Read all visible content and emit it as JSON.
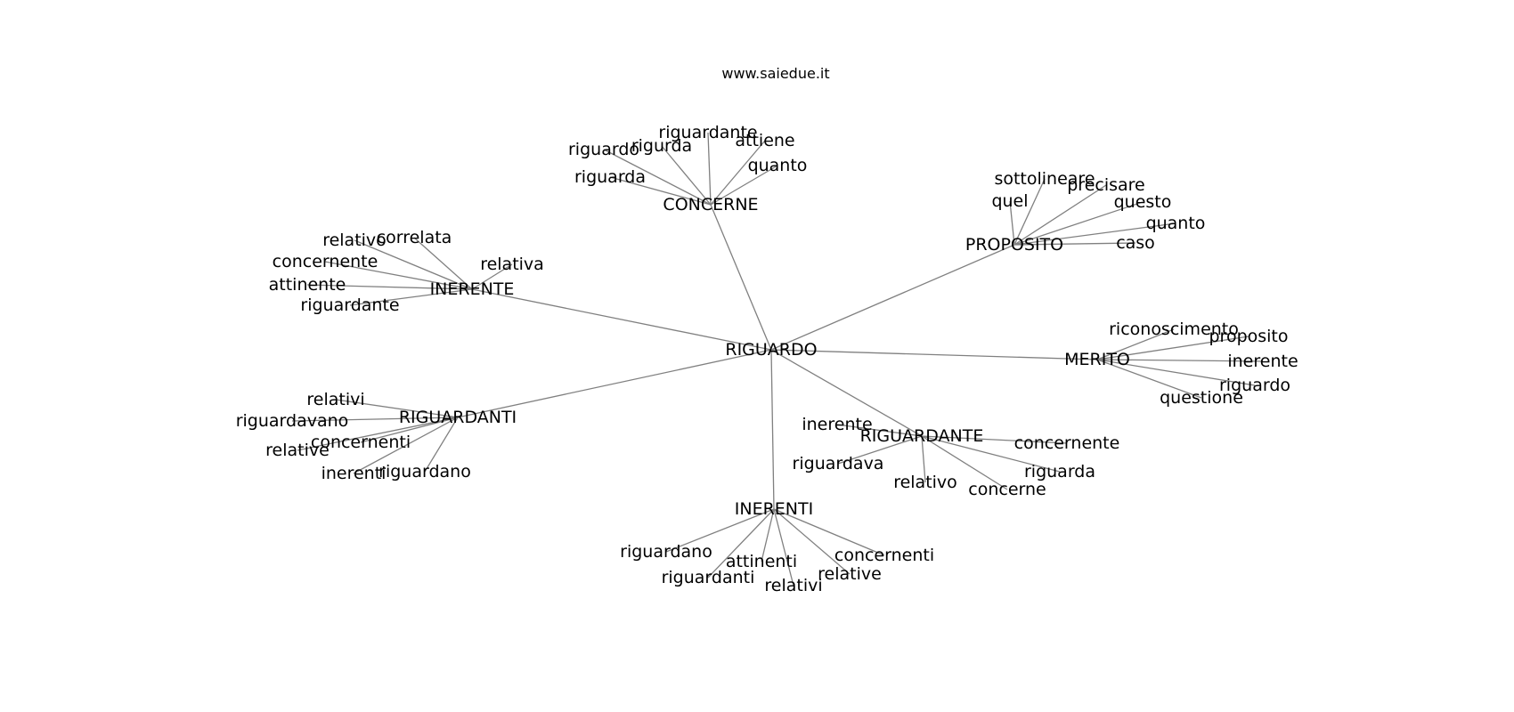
{
  "title": "www.saiedue.it",
  "graph": {
    "root": "RIGUARDO",
    "groups": [
      {
        "hub": "CONCERNE",
        "leaves": [
          "riguardante",
          "riguardo",
          "rigurda",
          "attiene",
          "quanto",
          "riguarda"
        ]
      },
      {
        "hub": "PROPOSITO",
        "leaves": [
          "sottolineare",
          "quel",
          "precisare",
          "questo",
          "quanto",
          "caso"
        ]
      },
      {
        "hub": "INERENTE",
        "leaves": [
          "relativo",
          "correlata",
          "relativa",
          "concernente",
          "attinente",
          "riguardante"
        ]
      },
      {
        "hub": "MERITO",
        "leaves": [
          "riconoscimento",
          "proposito",
          "inerente",
          "riguardo",
          "questione"
        ]
      },
      {
        "hub": "RIGUARDANTI",
        "leaves": [
          "relativi",
          "riguardavano",
          "concernenti",
          "relative",
          "inerenti",
          "riguardano"
        ]
      },
      {
        "hub": "RIGUARDANTE",
        "leaves": [
          "inerente",
          "concernente",
          "riguardava",
          "riguarda",
          "relativo",
          "concerne"
        ]
      },
      {
        "hub": "INERENTI",
        "leaves": [
          "riguardano",
          "attinenti",
          "concernenti",
          "riguardanti",
          "relative",
          "relativi"
        ]
      }
    ]
  }
}
